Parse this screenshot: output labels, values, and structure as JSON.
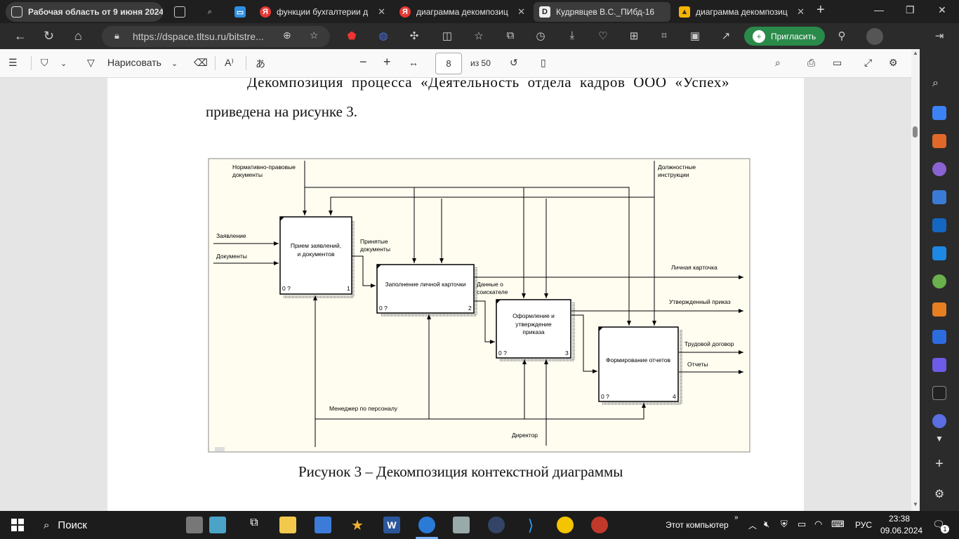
{
  "tabs": [
    {
      "label": "Рабочая область от 9 июня 2024"
    },
    {
      "label": "функции бухгалтерии д"
    },
    {
      "label": "диаграмма декомпозиц"
    },
    {
      "label": "Кудрявцев В.С._ПИбд-16"
    },
    {
      "label": "диаграмма декомпозиц"
    }
  ],
  "address": {
    "url": "https://dspace.tltsu.ru/bitstre...",
    "invite": "Пригласить"
  },
  "pdf_toolbar": {
    "draw": "Нарисовать",
    "page": "8",
    "of": "из 50"
  },
  "document": {
    "line1": "Декомпозиция процесса «Деятельность отдела кадров ООО «Успех»",
    "line2": "приведена на рисунке 3.",
    "caption": "Рисунок 3 – Декомпозиция контекстной диаграммы"
  },
  "diagram": {
    "ctrl1": "Нормативно-правовые",
    "ctrl1b": "документы",
    "ctrl2": "Должностные",
    "ctrl2b": "инструкции",
    "in1": "Заявление",
    "in2": "Документы",
    "b1a": "Прием заявлений,",
    "b1b": "и документов",
    "b2": "Заполнение личной карточки",
    "b3a": "Оформление и",
    "b3b": "утверждение",
    "b3c": "приказа",
    "b4": "Формирование отчетов",
    "accepted1": "Принятые",
    "accepted2": "документы",
    "data1": "Данные о",
    "data2": "соискателе",
    "out1": "Личная карточка",
    "out2": "Утвержденный приказ",
    "out3": "Трудовой договор",
    "out4": "Отчеты",
    "mech1": "Менеджер по персоналу",
    "mech2": "Директор",
    "cost": "0 ?",
    "n1": "1",
    "n2": "2",
    "n3": "3",
    "n4": "4"
  },
  "taskbar": {
    "search": "Поиск",
    "computer": "Этот компьютер",
    "lang": "РУС",
    "time": "23:38",
    "date": "09.06.2024",
    "notif": "1"
  }
}
